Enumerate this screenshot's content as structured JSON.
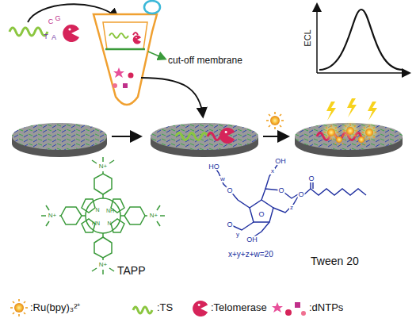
{
  "diagram": {
    "labels": [
      "C",
      "G",
      "T",
      "A",
      "cut-off membrane",
      "ECL",
      "TAPP",
      "Tween 20",
      "x+y+z+w=20",
      "HO",
      "O",
      "O",
      "O",
      "O",
      "O",
      "OH",
      "O",
      "OH",
      "w",
      "x",
      "z",
      "y",
      "N+",
      "N+",
      "N+",
      "N+",
      "N",
      "NH",
      "N",
      "HN"
    ],
    "legend": [
      {
        "text": ":Ru(bpy)₃²⁺"
      },
      {
        "text": ":TS"
      },
      {
        "text": ":Telomerase"
      },
      {
        "text": ":dNTPs"
      }
    ]
  }
}
